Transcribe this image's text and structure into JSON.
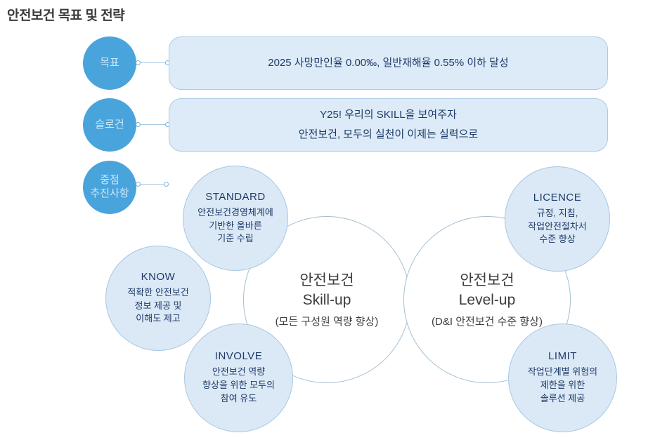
{
  "header": {
    "title": "안전보건 목표 및 전략"
  },
  "goal": {
    "label": "목표",
    "text": "2025 사망만인율 0.00‰, 일반재해율 0.55% 이하 달성"
  },
  "slogan": {
    "label": "슬로건",
    "text": "Y25! 우리의 SKILL을 보여주자\n안전보건, 모두의 실천이 이제는 실력으로"
  },
  "initiatives": {
    "label": "중점\n추진사항"
  },
  "strategy": {
    "skill_up": {
      "title": "안전보건\nSkill-up",
      "subtitle": "(모든 구성원 역량 향상)"
    },
    "level_up": {
      "title": "안전보건\nLevel-up",
      "subtitle": "(D&I 안전보건 수준 향상)"
    },
    "items": [
      {
        "key": "STANDARD",
        "desc": "안전보건경영체계에\n기반한 올바른\n기준 수립"
      },
      {
        "key": "KNOW",
        "desc": "적확한 안전보건\n정보 제공 및\n이해도 제고"
      },
      {
        "key": "INVOLVE",
        "desc": "안전보건 역량\n향상을 위한 모두의\n참여 유도"
      },
      {
        "key": "LICENCE",
        "desc": "규정, 지침,\n작업안전절차서\n수준 향상"
      },
      {
        "key": "LIMIT",
        "desc": "작업단계별 위험의\n제한을 위한\n솔루션 제공"
      }
    ]
  },
  "colors": {
    "accent_blue": "#4aa4dc",
    "box_fill": "#dcebf7",
    "box_border": "#abcbe5",
    "text_navy": "#1f3a68",
    "small_circle_fill": "#dbe9f6",
    "title_charcoal": "#3a3a3a"
  }
}
